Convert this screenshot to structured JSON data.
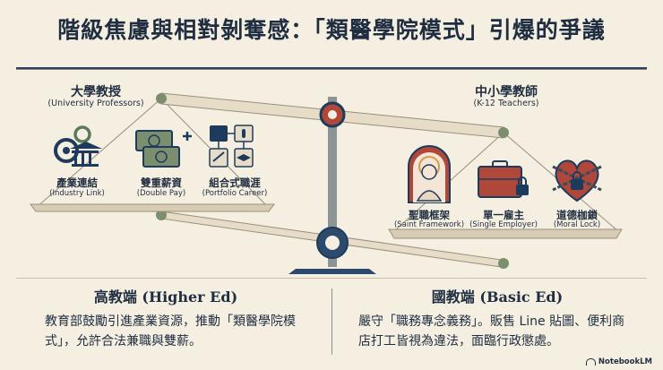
{
  "title": "階級焦慮與相對剝奪感：「類醫學院模式」引爆的爭議",
  "left": {
    "title": "大學教授",
    "subtitle": "(University Professors)",
    "items": [
      {
        "label": "產業連結",
        "sub": "(Industry Link)",
        "icon": "gears-building-icon"
      },
      {
        "label": "雙重薪資",
        "sub": "(Double Pay)",
        "icon": "money-plus-icon"
      },
      {
        "label": "組合式職涯",
        "sub": "(Portfolio Career)",
        "icon": "portfolio-grid-icon"
      }
    ]
  },
  "right": {
    "title": "中小學教師",
    "subtitle": "(K-12 Teachers)",
    "items": [
      {
        "label": "聖職框架",
        "sub": "(Saint Framework)",
        "icon": "saint-portrait-icon"
      },
      {
        "label": "單一雇主",
        "sub": "(Single Employer)",
        "icon": "locked-briefcase-icon"
      },
      {
        "label": "道德枷鎖",
        "sub": "(Moral Lock)",
        "icon": "chained-heart-icon"
      }
    ]
  },
  "bottom_left": {
    "title": "高教端 (Higher Ed)",
    "body": "教育部鼓勵引進產業資源，推動「類醫學院模式」，允許合法兼職與雙薪。"
  },
  "bottom_right": {
    "title": "國教端 (Basic Ed)",
    "body": "嚴守「職務專念義務」。販售 Line 貼圖、便利商店打工皆視為違法，面臨行政懲處。"
  },
  "brand": "NotebookLM",
  "colors": {
    "navy": "#1f3b5c",
    "red": "#b0473b",
    "green": "#7b8f6e",
    "cream": "#f5efe2",
    "pan": "#d8ccb4"
  }
}
